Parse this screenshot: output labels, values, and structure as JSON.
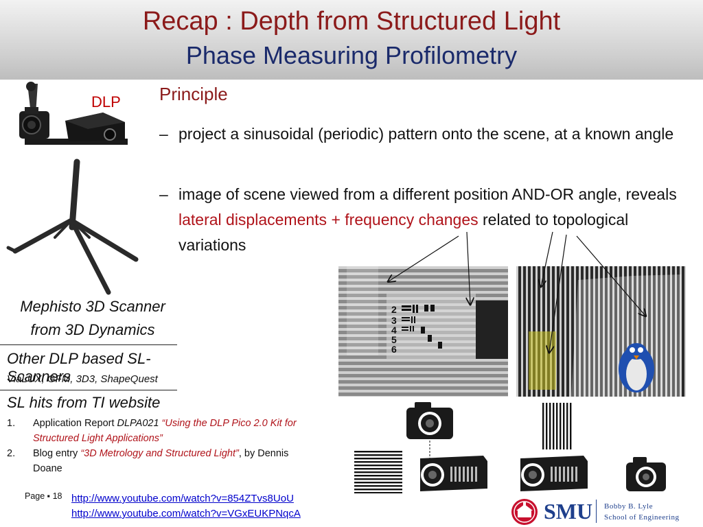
{
  "header": {
    "title_line1": "Recap : Depth from Structured Light",
    "title_line2": "Phase Measuring Profilometry"
  },
  "principle": {
    "heading": "Principle",
    "bullet1": "project a sinusoidal (periodic) pattern onto the scene, at a known angle",
    "bullet2_part1": "image of scene viewed from a different position AND-OR angle, reveals ",
    "bullet2_highlight": "lateral displacements + frequency changes",
    "bullet2_part2": " related to topological variations",
    "dash": "–"
  },
  "scanner": {
    "dlp_label": "DLP",
    "caption_line1": "Mephisto 3D Scanner",
    "caption_line2": "from 3D Dynamics"
  },
  "other_scanners": {
    "heading": "Other DLP based SL-Scanners",
    "list": "ViaLUX, GFM, 3D3, ShapeQuest"
  },
  "ti": {
    "heading": "SL hits from TI website",
    "items": [
      {
        "num": "1.",
        "lead": "Application Report  ",
        "code": "DLPA021 ",
        "title": "“Using the DLP Pico 2.0 Kit for Structured Light Applications”",
        "tail": ""
      },
      {
        "num": "2.",
        "lead": "Blog entry ",
        "code": "",
        "title": "“3D Metrology and Structured Light”",
        "tail": ", by Dennis Doane"
      }
    ]
  },
  "footer": {
    "page": "Page ▪ 18",
    "link1": "http://www.youtube.com/watch?v=854ZTvs8UoU",
    "link2": "http://www.youtube.com/watch?v=VGxEUKPNqcA"
  },
  "logo": {
    "name": "SMU",
    "sub_line1": "Bobby B. Lyle",
    "sub_line2": "School of Engineering"
  },
  "colors": {
    "title_red": "#8b1a1a",
    "title_blue": "#1a2a6b",
    "highlight_red": "#b0131a",
    "link_blue": "#0000cc",
    "smu_blue": "#1e3f8c"
  }
}
